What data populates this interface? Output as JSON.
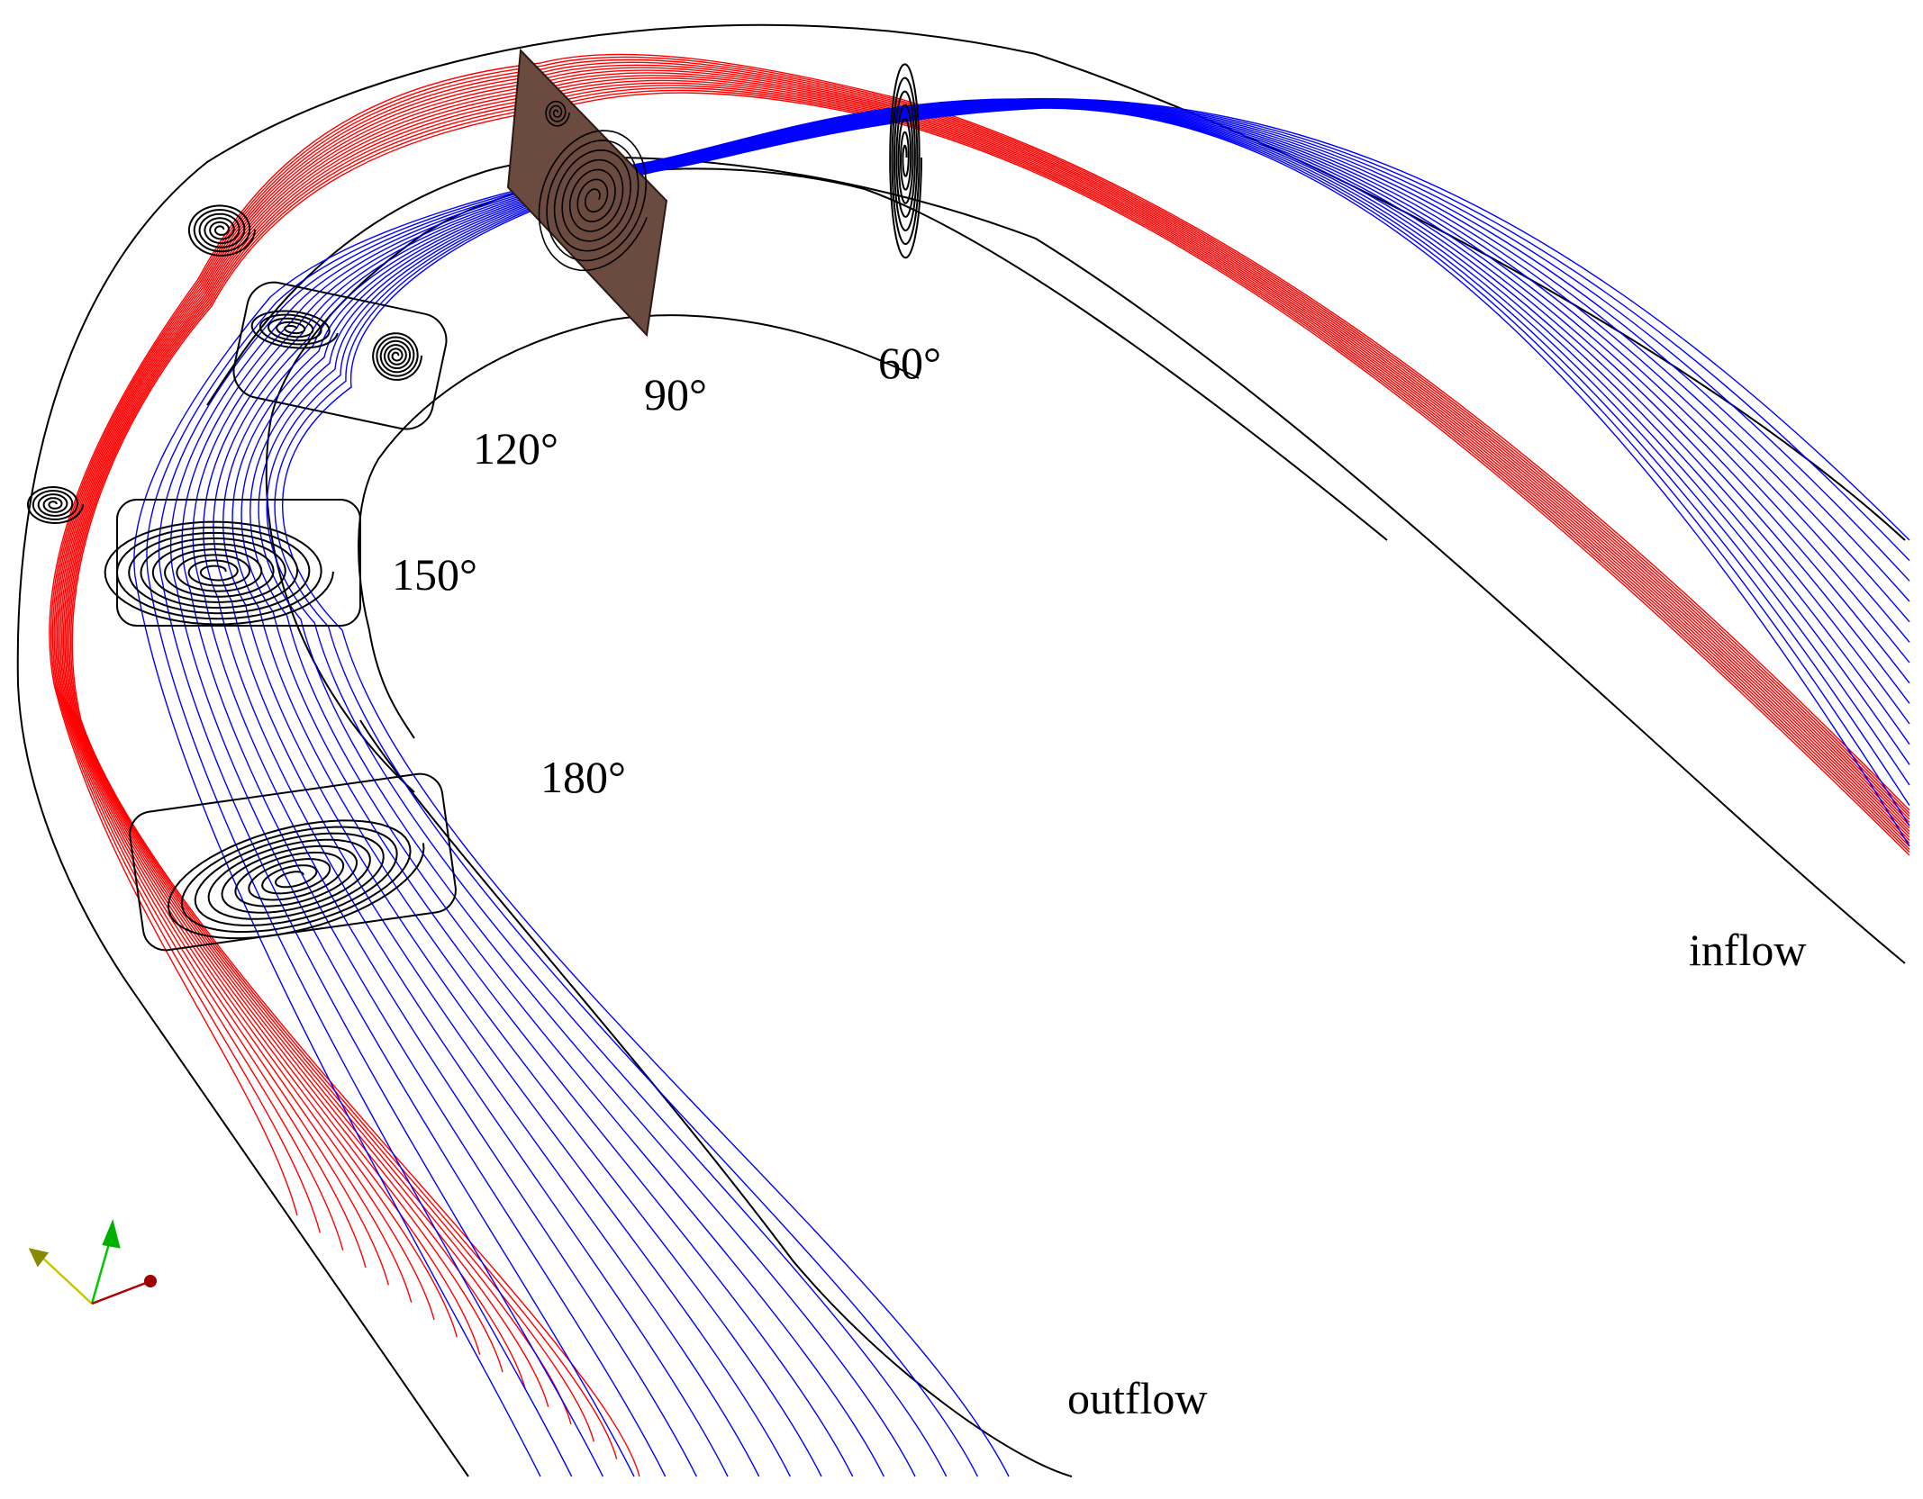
{
  "labels": {
    "a60": "60°",
    "a90": "90°",
    "a120": "120°",
    "a150": "150°",
    "a180": "180°",
    "inflow": "inflow",
    "outflow": "outflow"
  },
  "colors": {
    "background": "#ffffff",
    "channel_outline": "#000000",
    "outer_bank_streamlines": "#ff0000",
    "inner_bank_streamlines": "#0000ff",
    "secondary_vortices": "#000000",
    "plane_fill": "#6b4a40",
    "axis_x": "#b00000",
    "axis_y": "#00c800",
    "axis_z": "#c8c800"
  },
  "icons": {
    "triad": "xyz-axis-triad-icon"
  }
}
